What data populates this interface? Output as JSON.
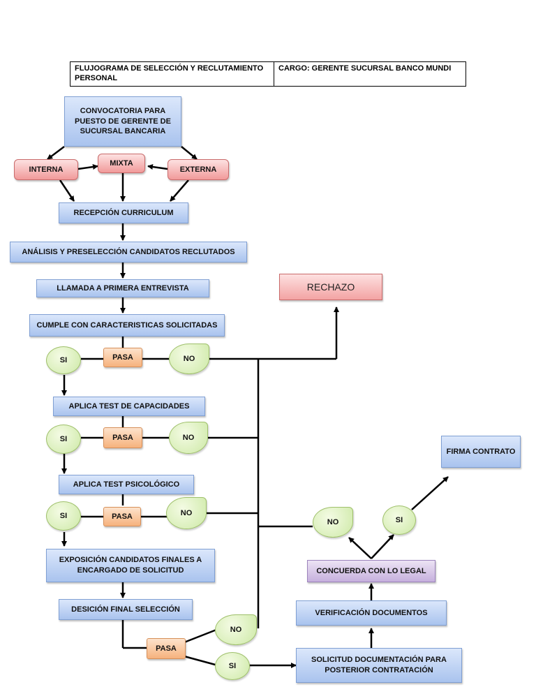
{
  "header": {
    "title": "FLUJOGRAMA DE SELECCIÓN Y RECLUTAMIENTO PERSONAL",
    "cargo": "CARGO: GERENTE SUCURSAL BANCO MUNDI"
  },
  "nodes": {
    "convocatoria": "CONVOCATORIA PARA PUESTO DE GERENTE DE SUCURSAL BANCARIA",
    "interna": "INTERNA",
    "mixta": "MIXTA",
    "externa": "EXTERNA",
    "recepcion": "RECEPCIÓN CURRICULUM",
    "analisis": "ANÁLISIS Y PRESELECCIÓN CANDIDATOS RECLUTADOS",
    "llamada": "LLAMADA A PRIMERA ENTREVISTA",
    "cumple": "CUMPLE CON CARACTERISTICAS SOLICITADAS",
    "rechazo": "RECHAZO",
    "si_1": "SI",
    "pasa_1": "PASA",
    "no_1": "NO",
    "test_capacidades": "APLICA TEST DE CAPACIDADES",
    "si_2": "SI",
    "pasa_2": "PASA",
    "no_2": "NO",
    "test_psicologico": "APLICA TEST PSICOLÓGICO",
    "si_3": "SI",
    "pasa_3": "PASA",
    "no_3": "NO",
    "exposicion": "EXPOSICIÓN CANDIDATOS FINALES A ENCARGADO DE SOLICITUD",
    "desicion": "DESICIÓN FINAL SELECCIÓN",
    "pasa_4": "PASA",
    "no_4": "NO",
    "si_4": "SI",
    "solicitud_doc": "SOLICITUD DOCUMENTACIÓN PARA POSTERIOR CONTRATACIÓN",
    "verificacion": "VERIFICACIÓN DOCUMENTOS",
    "concuerda": "CONCUERDA CON LO LEGAL",
    "no_legal": "NO",
    "si_legal": "SI",
    "firma": "FIRMA CONTRATO"
  }
}
